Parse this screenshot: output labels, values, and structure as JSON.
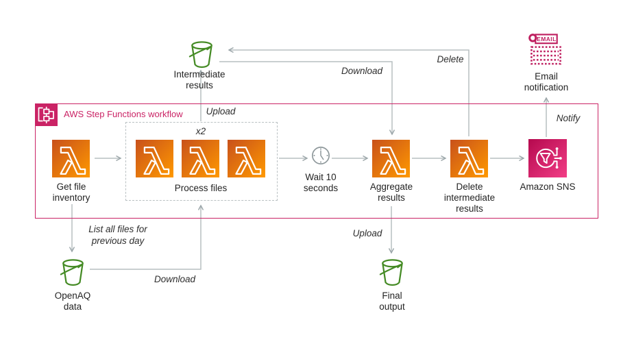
{
  "workflow": {
    "title": "AWS Step Functions workflow"
  },
  "nodes": {
    "get_file_inventory": {
      "label": "Get file inventory",
      "icon": "lambda-icon"
    },
    "process_files": {
      "label": "Process files",
      "multiplier": "x2",
      "icon": "lambda-icon"
    },
    "wait_10_seconds": {
      "label": "Wait 10 seconds",
      "icon": "wait-clock-icon"
    },
    "aggregate_results": {
      "label": "Aggregate results",
      "icon": "lambda-icon"
    },
    "delete_intermediate_results": {
      "label": "Delete intermediate results",
      "icon": "lambda-icon"
    },
    "amazon_sns": {
      "label": "Amazon SNS",
      "icon": "sns-icon"
    },
    "intermediate_results": {
      "label": "Intermediate results",
      "icon": "s3-bucket-icon"
    },
    "openaq_data": {
      "label": "OpenAQ data",
      "icon": "s3-bucket-icon"
    },
    "final_output": {
      "label": "Final output",
      "icon": "s3-bucket-icon"
    },
    "email_notification": {
      "label": "Email notification",
      "badge": "EMAIL",
      "icon": "email-icon"
    }
  },
  "edges": {
    "upload_to_intermediate": "Upload",
    "download_from_intermediate": "Download",
    "delete_from_intermediate": "Delete",
    "notify": "Notify",
    "list_files": "List all files for previous day",
    "download_from_openaq": "Download",
    "upload_to_final": "Upload"
  },
  "colors": {
    "pink": "#ca2365",
    "lambda_gradient": [
      "#C8511B",
      "#FF9900"
    ],
    "sns_gradient": [
      "#B5094E",
      "#F23E86"
    ],
    "bucket_green": "#458b25",
    "line_gray": "#b7bfc1",
    "text": "#232323"
  }
}
